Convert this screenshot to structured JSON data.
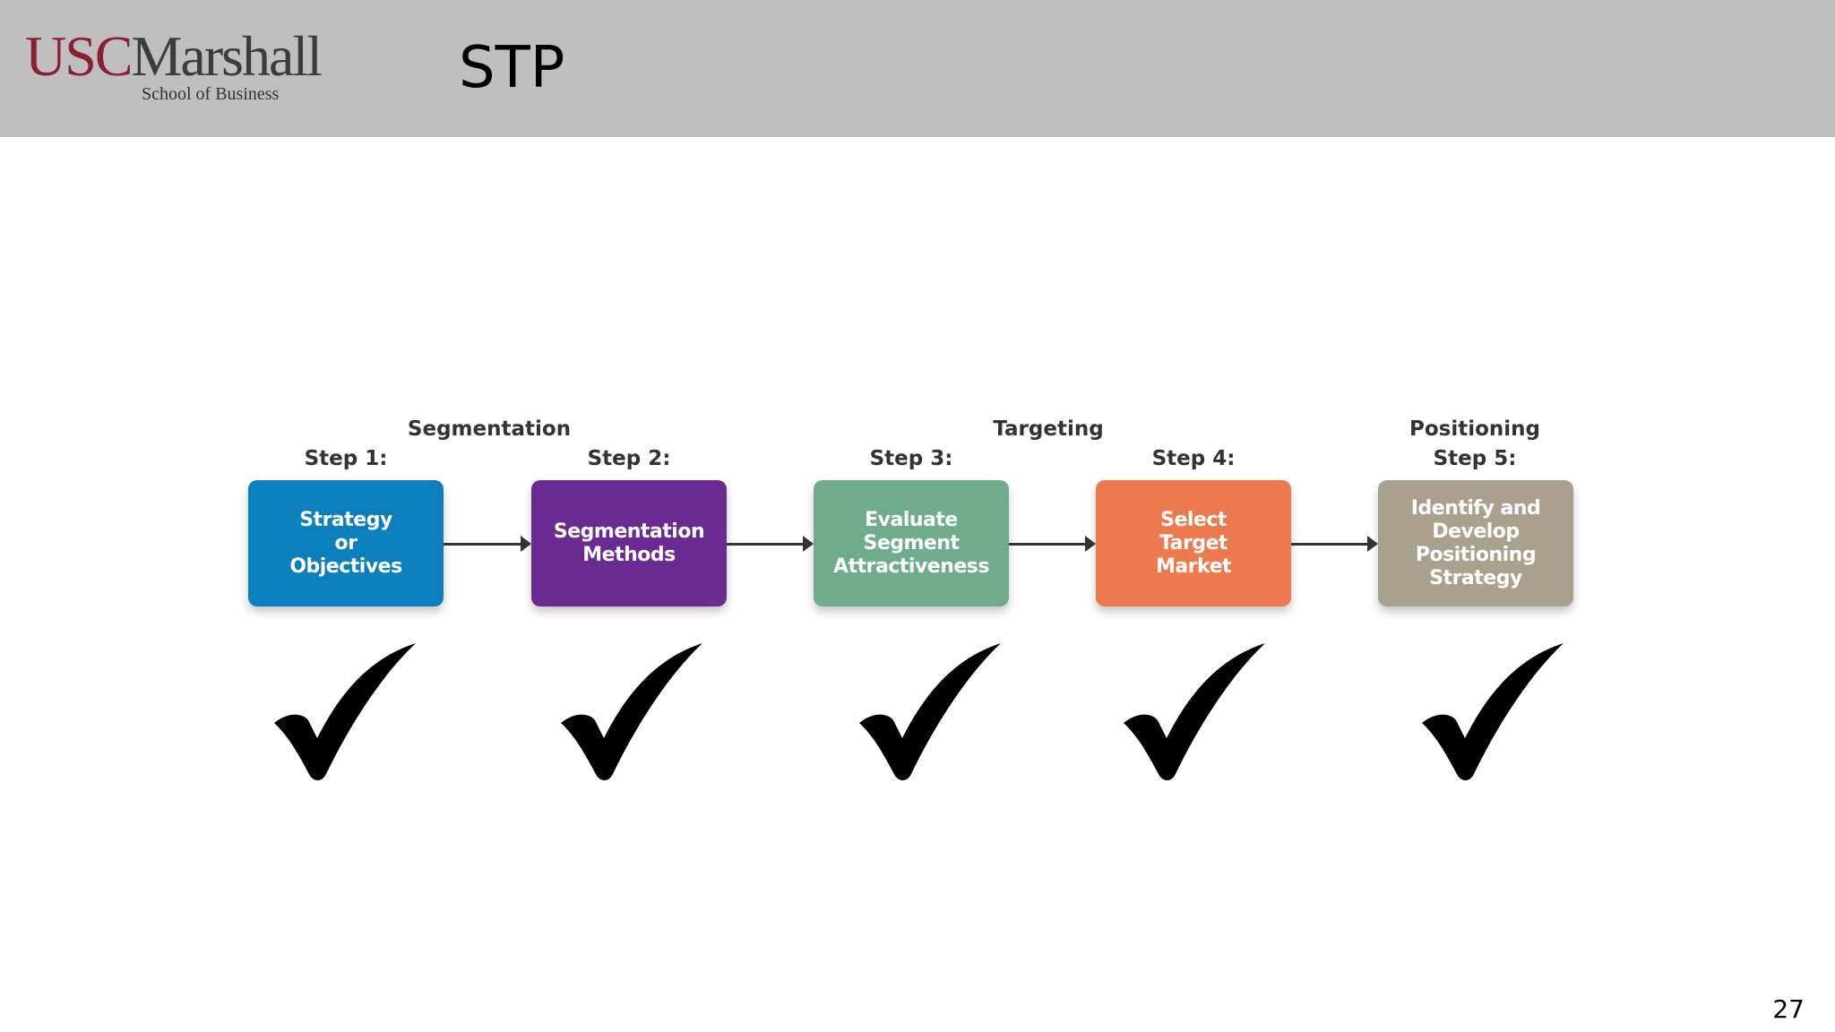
{
  "header": {
    "logo_primary": "USC",
    "logo_secondary": "Marshall",
    "logo_subtitle": "School of Business",
    "title": "STP"
  },
  "diagram": {
    "phases": [
      "Segmentation",
      "Targeting",
      "Positioning"
    ],
    "steps": [
      {
        "label": "Step 1:",
        "text": "Strategy\nor\nObjectives",
        "color": "#0a7fbb"
      },
      {
        "label": "Step 2:",
        "text": "Segmentation\nMethods",
        "color": "#6a2a91"
      },
      {
        "label": "Step 3:",
        "text": "Evaluate\nSegment\nAttractiveness",
        "color": "#6fac8c"
      },
      {
        "label": "Step 4:",
        "text": "Select\nTarget\nMarket",
        "color": "#ec7a4e"
      },
      {
        "label": "Step 5:",
        "text": "Identify and\nDevelop\nPositioning\nStrategy",
        "color": "#a9a18e"
      }
    ],
    "checkmarks": [
      "check-icon",
      "check-icon",
      "check-icon",
      "check-icon",
      "check-icon"
    ]
  },
  "footer": {
    "page_number": "27"
  }
}
